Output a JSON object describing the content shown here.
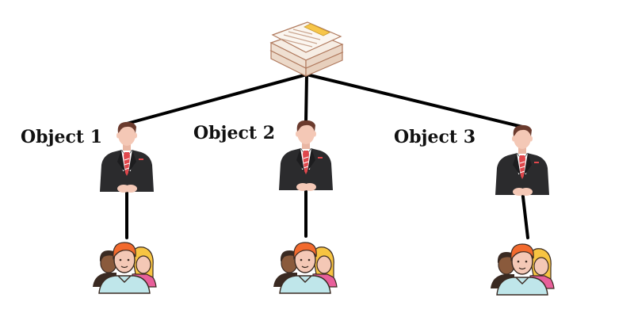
{
  "diagram": {
    "root": {
      "icon": "document-stack-icon"
    },
    "objects": [
      {
        "label": "Object 1",
        "icon": "businessman-icon",
        "group_icon": "people-group-icon"
      },
      {
        "label": "Object 2",
        "icon": "businessman-icon",
        "group_icon": "people-group-icon"
      },
      {
        "label": "Object 3",
        "icon": "businessman-icon",
        "group_icon": "people-group-icon"
      }
    ]
  },
  "colors": {
    "connector": "#000000",
    "paper": "#f6ede4",
    "paper_outline": "#b07a5e",
    "highlight": "#f7c64a",
    "suit": "#2b2b2d",
    "tie": "#e0474c",
    "skin": "#f4c8b6",
    "hair_brown": "#6b3b2e",
    "hair_orange": "#f26a2e",
    "hair_blonde": "#f7c442",
    "hair_dark": "#3a2a22",
    "skin_dark": "#8a5a3c",
    "shirt_blue": "#bfe6ea",
    "shirt_pink": "#e85f9a"
  }
}
